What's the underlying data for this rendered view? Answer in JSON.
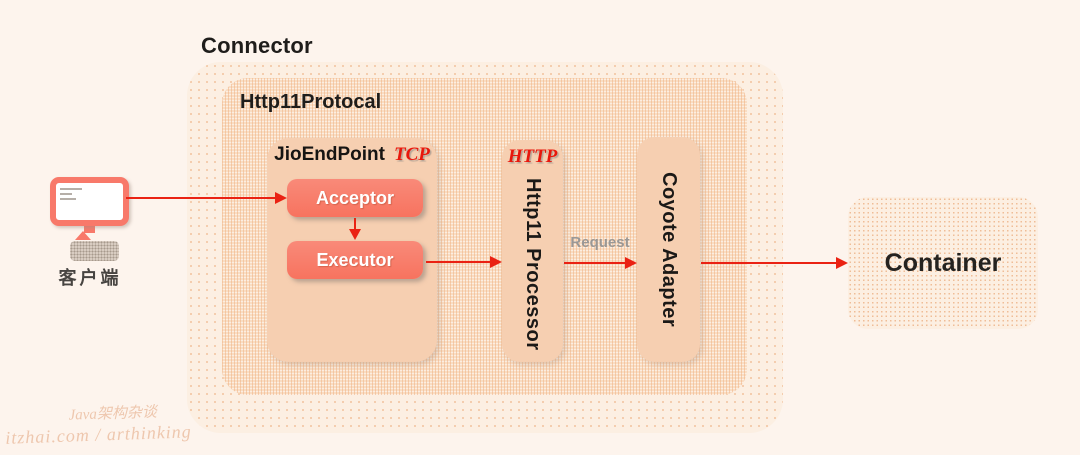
{
  "colors": {
    "background": "#fdf4ed",
    "arrow_red": "#ea2213",
    "tag_red": "#e8170c",
    "salmon_button": "#f8796a",
    "peach_box": "#f6cfb1",
    "dotted_region": "#fcefe2",
    "request_gray": "#9a9896"
  },
  "diagram": {
    "connector": {
      "title": "Connector",
      "protocol": {
        "title": "Http11Protocal",
        "endpoint": {
          "title": "JioEndPoint",
          "tag": "TCP",
          "acceptor_label": "Acceptor",
          "executor_label": "Executor"
        },
        "processor": {
          "tag": "HTTP",
          "label": "Http11 Processor"
        },
        "adapter": {
          "label": "Coyote Adapter"
        }
      }
    },
    "client": {
      "label": "客户端"
    },
    "flow": {
      "request_label": "Request"
    },
    "container": {
      "label": "Container"
    }
  },
  "watermark": {
    "line1": "Java架构杂谈",
    "line2": "itzhai.com / arthinking"
  }
}
